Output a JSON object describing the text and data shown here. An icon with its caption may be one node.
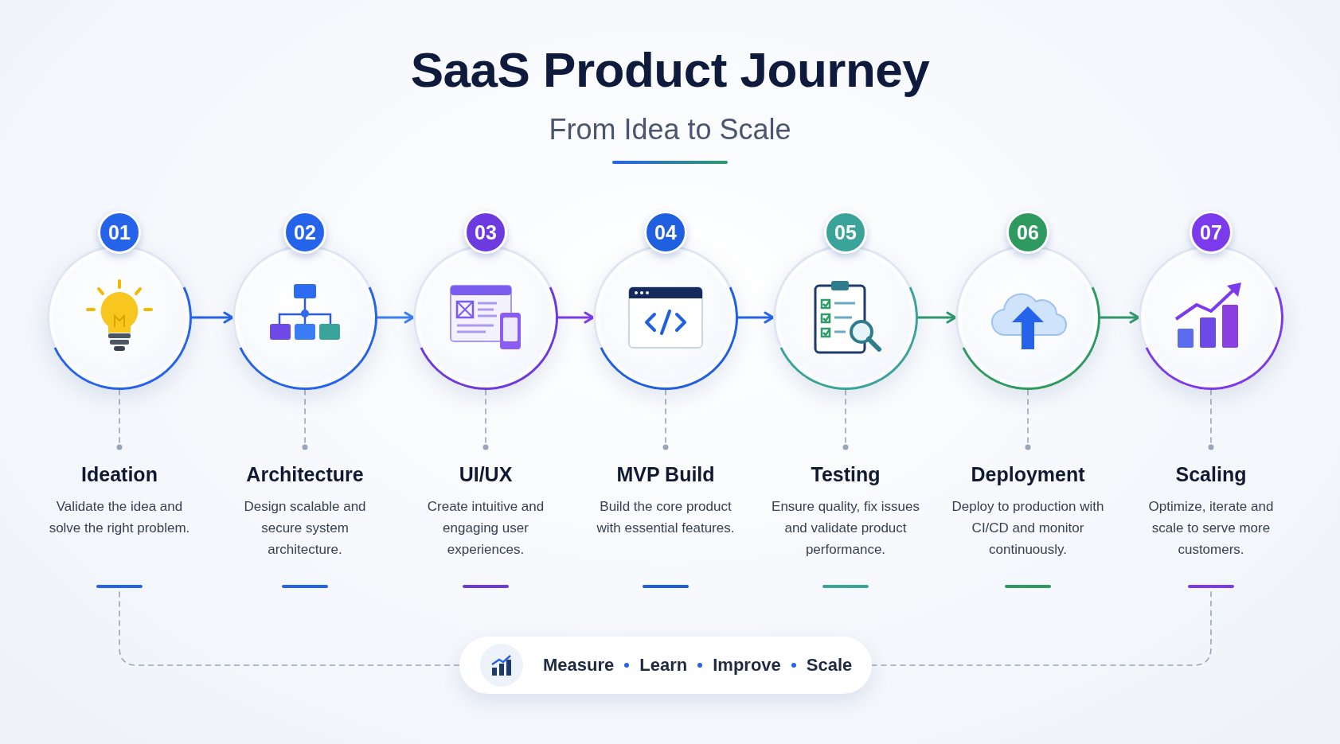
{
  "diagram": {
    "title": "SaaS Product Journey",
    "nodes": [
      {
        "text": [
          "01"
        ]
      },
      {
        "text": [
          "02"
        ]
      },
      {
        "text": [
          "03"
        ]
      },
      {
        "text": [
          "04"
        ]
      },
      {
        "text": [
          "05"
        ]
      },
      {
        "text": [
          "06"
        ]
      },
      {
        "text": [
          "07"
        ]
      },
      {
        "text": [
          "Ideation",
          "Validate the idea and solve the right problem."
        ]
      },
      {
        "text": [
          "Architecture",
          "Design scalable and secure system architecture."
        ]
      },
      {
        "text": [
          "UI/UX",
          "Create intuitive and engaging user experiences."
        ]
      },
      {
        "text": [
          "MVP Build",
          "Build the core product with essential features."
        ]
      },
      {
        "text": [
          "Testing",
          "Ensure quality, fix issues and validate product performance."
        ]
      },
      {
        "text": [
          "Deployment",
          "Deploy to production with CI/CD and monitor continuously."
        ]
      },
      {
        "text": [
          "Scaling",
          "Optimize, iterate and scale to serve more customers."
        ]
      },
      {
        "text": [
          "Measure",
          "Learn",
          "Improve",
          "Scale"
        ]
      }
    ],
    "edges": [
      {
        "from": 0,
        "to": 1,
        "arrow": "to",
        "color": "#2563eb"
      },
      {
        "from": 1,
        "to": 2,
        "arrow": "to",
        "color": "#3b82f6"
      },
      {
        "from": 2,
        "to": 3,
        "arrow": "to",
        "color": "#7c3aed"
      },
      {
        "from": 3,
        "to": 4,
        "arrow": "to",
        "color": "#2563eb"
      },
      {
        "from": 4,
        "to": 5,
        "arrow": "to",
        "color": "#2f9a6a"
      },
      {
        "from": 5,
        "to": 6,
        "arrow": "to",
        "color": "#2f9a6a"
      },
      {
        "from": 0,
        "to": 7,
        "arrow": "other",
        "style": "dashed"
      },
      {
        "from": 1,
        "to": 8,
        "arrow": "other",
        "style": "dashed"
      },
      {
        "from": 2,
        "to": 9,
        "arrow": "other",
        "style": "dashed"
      },
      {
        "from": 3,
        "to": 10,
        "arrow": "other",
        "style": "dashed"
      },
      {
        "from": 4,
        "to": 11,
        "arrow": "other",
        "style": "dashed"
      },
      {
        "from": 5,
        "to": 12,
        "arrow": "other",
        "style": "dashed"
      },
      {
        "from": 6,
        "to": 13,
        "arrow": "other",
        "style": "dashed"
      },
      {
        "from": 7,
        "to": 14,
        "arrow": "none",
        "style": "dashed"
      },
      {
        "from": 14,
        "to": 13,
        "arrow": "none",
        "style": "dashed"
      }
    ],
    "labels": [
      "From Idea to Scale"
    ]
  }
}
